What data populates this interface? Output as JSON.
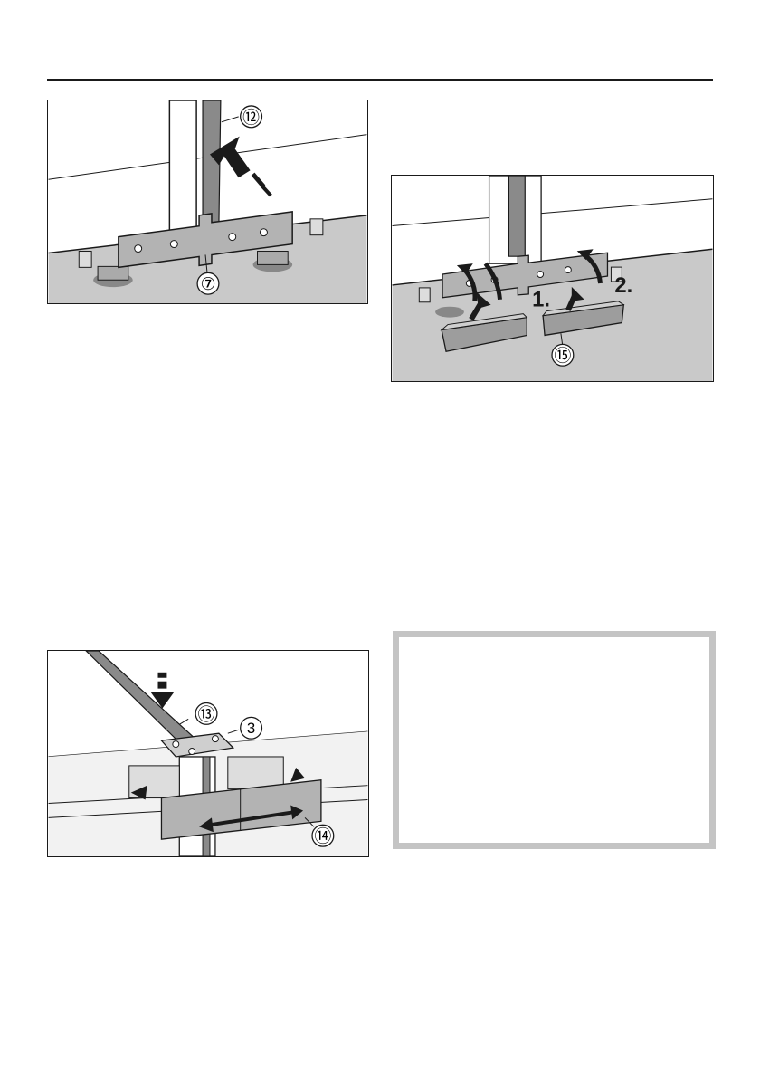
{
  "figures": [
    {
      "id": "fig1",
      "callouts": [
        "⑫",
        "⑦"
      ]
    },
    {
      "id": "fig2",
      "callouts": [
        "⑮"
      ],
      "step_labels": [
        "1.",
        "2."
      ]
    },
    {
      "id": "fig3",
      "callouts": [
        "⑬",
        "3",
        "⑭"
      ]
    }
  ],
  "colors": {
    "wall": "#ffffff",
    "floor": "#c9c9c9",
    "part": "#b3b3b3",
    "strip": "#8a8a8a",
    "line": "#1a1a1a",
    "note_border": "#c4c4c4"
  }
}
